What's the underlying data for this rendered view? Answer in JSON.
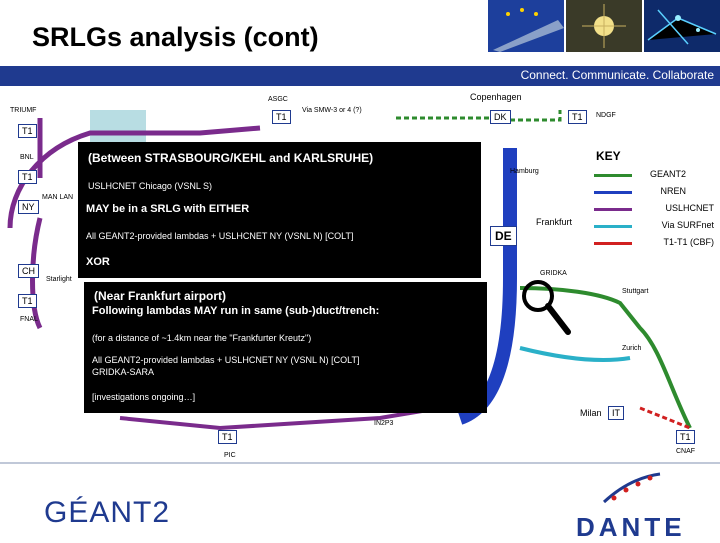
{
  "slide": {
    "title": "SRLGs analysis (cont)",
    "tagline": "Connect. Communicate. Collaborate"
  },
  "map": {
    "labels": {
      "asgc": "ASGC",
      "via_smw": "Via SMW-3 or 4 (?)",
      "copenhagen": "Copenhagen",
      "ndgf": "NDGF",
      "triumf": "TRIUMF",
      "bnl": "BNL",
      "man_lan": "MAN LAN",
      "starlight": "Starlight",
      "fnal": "FNAL",
      "hamburg": "Hamburg",
      "frankfurt": "Frankfurt",
      "gridka": "GRIDKA",
      "stuttgart": "Stuttgart",
      "zurich": "Zurich",
      "milan": "Milan",
      "in2p3": "IN2P3",
      "pic": "PIC",
      "cnaf": "CNAF"
    },
    "nodes": {
      "t1_asgc": "T1",
      "dk": "DK",
      "t1_ndgf": "T1",
      "t1_triumf": "T1",
      "t1_bnl": "T1",
      "ny": "NY",
      "ch": "CH",
      "t1_fnal": "T1",
      "de": "DE",
      "it": "IT",
      "t1_pic": "T1",
      "t1_cnaf": "T1"
    }
  },
  "popup1": {
    "heading": "(Between STRASBOURG/KEHL and KARLSRUHE)",
    "line1": "USLHCNET Chicago (VSNL S)",
    "line2": "MAY be in a SRLG with EITHER",
    "line3": "All GEANT2-provided lambdas + USLHCNET NY (VSNL N) [COLT]",
    "line4": "XOR"
  },
  "popup2": {
    "heading": "(Near Frankfurt airport)",
    "line1": "Following lambdas MAY run in same (sub-)duct/trench:",
    "line2": "(for a distance of ~1.4km near the \"Frankfurter Kreutz\")",
    "line3": "All GEANT2-provided lambdas + USLHCNET NY (VSNL N) [COLT]",
    "line4": "GRIDKA-SARA",
    "line5": "[investigations ongoing…]"
  },
  "legend": {
    "title": "KEY",
    "items": [
      {
        "label": "GEANT2",
        "color": "#2e8b2e"
      },
      {
        "label": "NREN",
        "color": "#1f3fbf"
      },
      {
        "label": "USLHCNET",
        "color": "#7a2b8c"
      },
      {
        "label": "Via SURFnet",
        "color": "#2ab0c8"
      },
      {
        "label": "T1-T1 (CBF)",
        "color": "#d12020"
      }
    ]
  },
  "logos": {
    "geant": "GÉANT2",
    "dante": "DANTE"
  },
  "colors": {
    "banner": "#1f3a8f",
    "geant2": "#2e8b2e",
    "nren": "#1f3fbf",
    "uslhcnet": "#7a2b8c",
    "surfnet": "#2ab0c8",
    "t1t1": "#d12020"
  }
}
